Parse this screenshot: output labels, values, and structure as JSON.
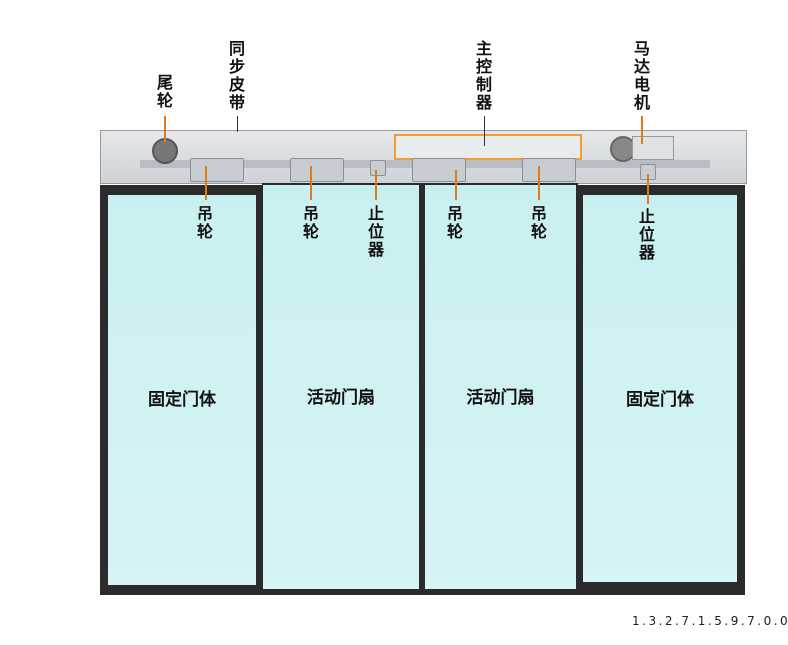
{
  "top_labels": {
    "tail_wheel": "尾轮",
    "sync_belt": "同步皮带",
    "main_controller": "主控制器",
    "motor": "马达电机"
  },
  "bottom_labels": {
    "hanger_wheel": "吊轮",
    "stopper": "止位器"
  },
  "panels": [
    "固定门体",
    "活动门扇",
    "活动门扇",
    "固定门体"
  ],
  "watermark_number": "1.3.2.7.1.5.9.7.0.0.0",
  "colors": {
    "leader": "#e07a1f",
    "controller_box": "#f0a030",
    "glass": "#cdf1f2"
  }
}
